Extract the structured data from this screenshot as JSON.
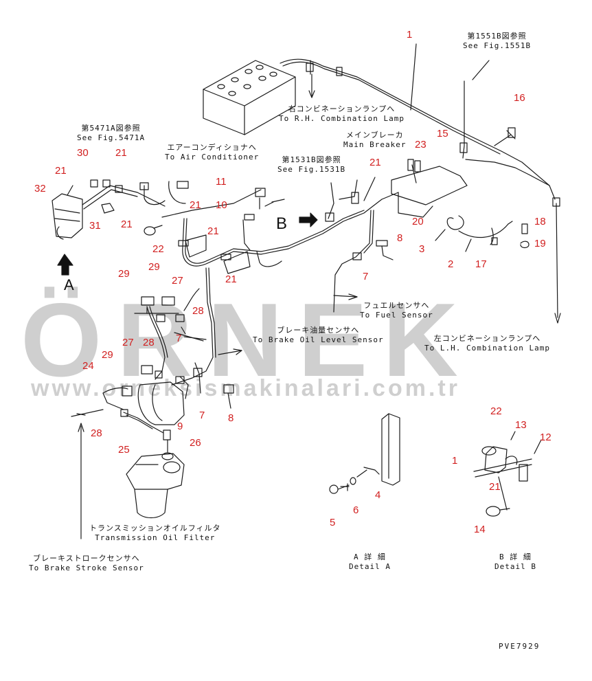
{
  "watermark": {
    "brand": "ÖRNEK",
    "url": "www.orneksismakinalari.com.tr"
  },
  "drawing_code": "PVE7929",
  "view_letters": {
    "a": "A",
    "b": "B"
  },
  "callouts": {
    "see_1551b": {
      "jp": "第1551B図参照",
      "en": "See Fig.1551B"
    },
    "rh_lamp": {
      "jp": "右コンビネーションランプへ",
      "en": "To R.H. Combination Lamp"
    },
    "main_breaker": {
      "jp": "メインブレーカ",
      "en": "Main Breaker"
    },
    "see_5471a": {
      "jp": "第5471A図参照",
      "en": "See Fig.5471A"
    },
    "air_con": {
      "jp": "エアーコンディショナへ",
      "en": "To Air Conditioner"
    },
    "see_1531b": {
      "jp": "第1531B図参照",
      "en": "See Fig.1531B"
    },
    "fuel_sensor": {
      "jp": "フュエルセンサへ",
      "en": "To Fuel Sensor"
    },
    "brake_oil": {
      "jp": "ブレーキ油量センサへ",
      "en": "To Brake Oil Level Sensor"
    },
    "lh_lamp": {
      "jp": "左コンビネーションランプへ",
      "en": "To L.H. Combination Lamp"
    },
    "trans_filter": {
      "jp": "トランスミッションオイルフィルタ",
      "en": "Transmission Oil Filter"
    },
    "brake_stroke": {
      "jp": "ブレーキストロークセンサへ",
      "en": "To Brake Stroke Sensor"
    },
    "detail_a": {
      "jp": "A 詳 細",
      "en": "Detail A"
    },
    "detail_b": {
      "jp": "B 詳 細",
      "en": "Detail B"
    }
  },
  "part_numbers": [
    "1",
    "16",
    "15",
    "23",
    "21",
    "20",
    "3",
    "2",
    "17",
    "18",
    "19",
    "30",
    "21",
    "21",
    "32",
    "31",
    "21",
    "22",
    "11",
    "10",
    "21",
    "21",
    "21",
    "8",
    "7",
    "29",
    "29",
    "27",
    "28",
    "27",
    "28",
    "7",
    "29",
    "24",
    "9",
    "7",
    "8",
    "28",
    "25",
    "26",
    "5",
    "6",
    "4",
    "22",
    "13",
    "12",
    "1",
    "21",
    "14"
  ]
}
